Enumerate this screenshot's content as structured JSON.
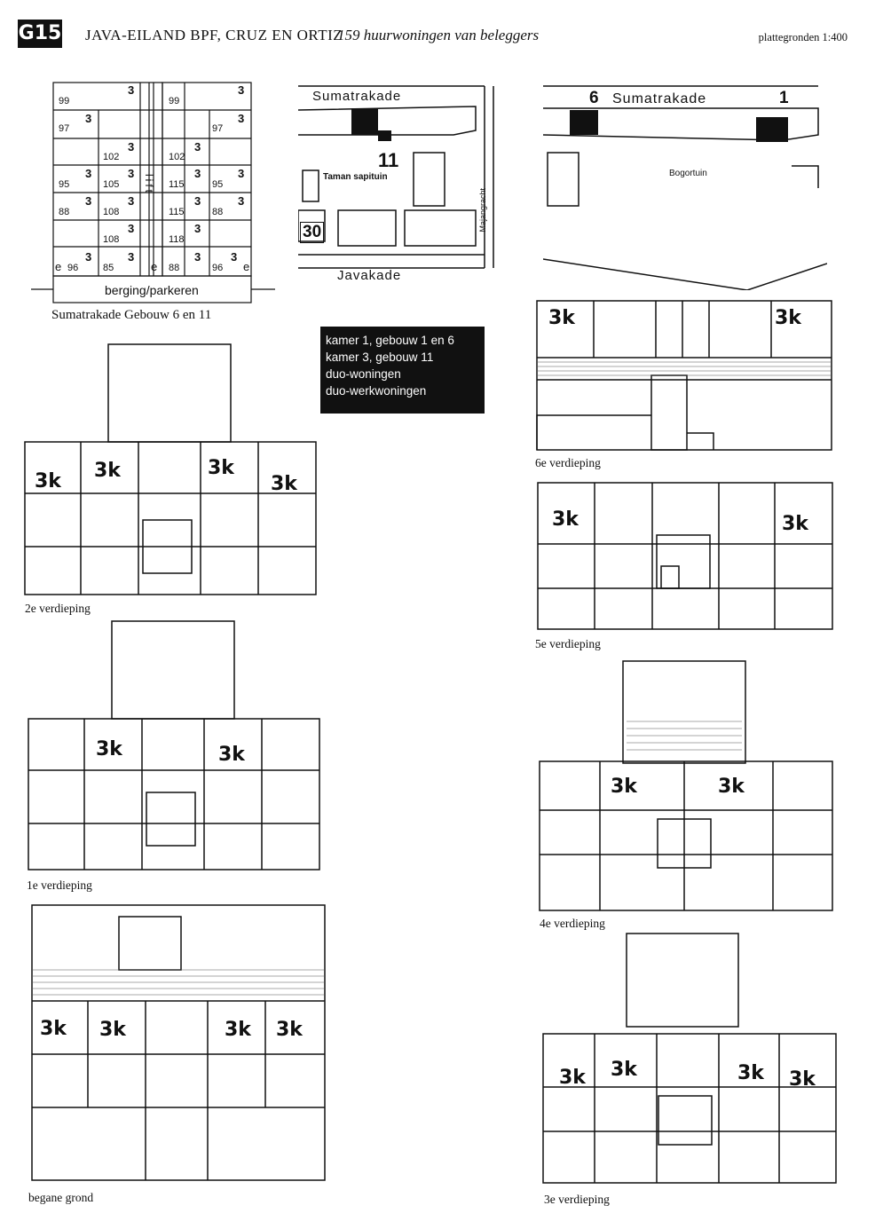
{
  "header": {
    "badge": "G15",
    "project": "JAVA-EILAND BPF, CRUZ EN ORTIZ",
    "subtitle": "159 huurwoningen van beleggers",
    "scale": "plattegronden 1:400"
  },
  "section_plan": {
    "units": [
      "99",
      "3",
      "99",
      "3",
      "97",
      "3",
      "97",
      "3",
      "102",
      "3",
      "102",
      "3",
      "95",
      "3",
      "105",
      "3",
      "115",
      "3",
      "95",
      "3",
      "88",
      "3",
      "108",
      "3",
      "115",
      "3",
      "88",
      "3",
      "108",
      "3",
      "118",
      "3",
      "96",
      "3",
      "85",
      "3",
      "88",
      "3",
      "96",
      "3"
    ],
    "e_labels": [
      "e",
      "e",
      "e",
      "e"
    ],
    "lift_label": "lift",
    "base_label": "berging/parkeren",
    "caption": "Sumatrakade  Gebouw 6 en 11"
  },
  "site_plan_center": {
    "street_top": "Sumatrakade",
    "num_11": "11",
    "taman": "Taman sapituin",
    "num_30": "30",
    "canal": "Majangracht",
    "street_bottom": "Javakade"
  },
  "site_plan_right": {
    "num_6": "6",
    "street_top": "Sumatrakade",
    "num_1": "1",
    "garden": "Bogortuin"
  },
  "legend": {
    "lines": [
      "kamer 1, gebouw 1 en 6",
      "kamer 3, gebouw 11",
      "duo-woningen",
      "duo-werkwoningen"
    ]
  },
  "room_label": "3k",
  "floors": {
    "f6": "6e verdieping",
    "f5": "5e verdieping",
    "f4": "4e verdieping",
    "f3": "3e verdieping",
    "f2": "2e verdieping",
    "f1": "1e verdieping",
    "f0": "begane grond"
  },
  "colors": {
    "ink": "#111111",
    "paper": "#ffffff"
  }
}
